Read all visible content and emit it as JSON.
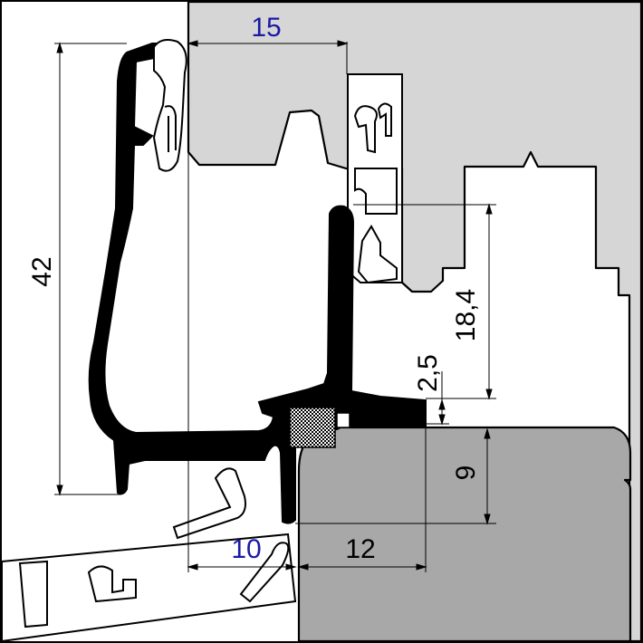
{
  "colors": {
    "background": "#ffffff",
    "frame_gray": "#d6d6d6",
    "sill_gray": "#a8a8a8",
    "profile_black": "#000000",
    "dimension_black": "#000000",
    "dimension_blue": "#1a1aa6"
  },
  "dimensions": {
    "d15": "15",
    "d42": "42",
    "d18_4": "18,4",
    "d2_5": "2,5",
    "d9": "9",
    "d10": "10",
    "d12": "12"
  }
}
